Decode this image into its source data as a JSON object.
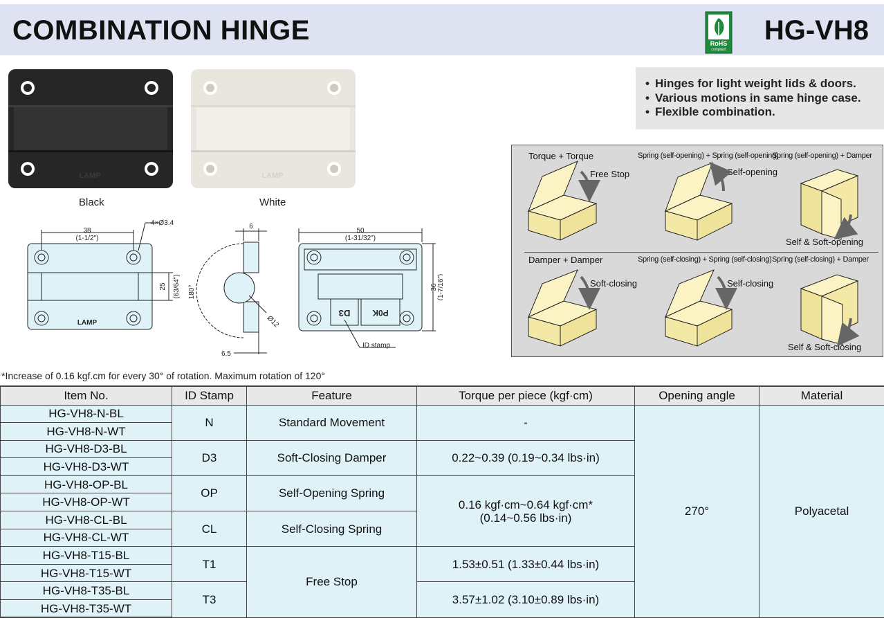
{
  "header": {
    "title": "COMBINATION HINGE",
    "model": "HG-VH8",
    "rohs_badge": "RoHS",
    "rohs_sub": "compliant",
    "rohs_color": "#1e8a3c"
  },
  "photos": {
    "black_label": "Black",
    "white_label": "White",
    "logo_text": "LAMP"
  },
  "features": [
    "Hinges for light weight lids & doors.",
    "Various motions in same hinge case.",
    "Flexible combination."
  ],
  "motions": {
    "row1": [
      {
        "head": "Torque + Torque",
        "sub": "Free Stop"
      },
      {
        "head": "Spring (self-opening) + Spring (self-opening)",
        "sub": "Self-opening"
      },
      {
        "head": "Spring (self-opening) + Damper",
        "sub": "Self & Soft-opening"
      }
    ],
    "row2": [
      {
        "head": "Damper + Damper",
        "sub": "Soft-closing"
      },
      {
        "head": "Spring (self-closing) + Spring (self-closing)",
        "sub": "Self-closing"
      },
      {
        "head": "Spring (self-closing) + Damper",
        "sub": "Self & Soft-closing"
      }
    ]
  },
  "drawing": {
    "front": {
      "width": "38",
      "width_in": "(1-1/2\")",
      "holes": "4×Ø3.4",
      "height": "25",
      "height_in": "(63/64\")",
      "logo": "LAMP"
    },
    "side": {
      "thickness": "6",
      "angle": "180°",
      "dia": "Ø12",
      "offset": "6.5"
    },
    "back": {
      "width": "50",
      "width_in": "(1-31/32\")",
      "height": "36",
      "height_in": "(1-7/16\")",
      "stamp1": "D3",
      "stamp2": "P0K",
      "id_stamp": "ID stamp"
    }
  },
  "note": "*Increase of 0.16 kgf.cm for every 30° of rotation. Maximum rotation of 120°",
  "table": {
    "headers": [
      "Item No.",
      "ID Stamp",
      "Feature",
      "Torque per piece (kgf·cm)",
      "Opening angle",
      "Material"
    ],
    "items": [
      "HG-VH8-N-BL",
      "HG-VH8-N-WT",
      "HG-VH8-D3-BL",
      "HG-VH8-D3-WT",
      "HG-VH8-OP-BL",
      "HG-VH8-OP-WT",
      "HG-VH8-CL-BL",
      "HG-VH8-CL-WT",
      "HG-VH8-T15-BL",
      "HG-VH8-T15-WT",
      "HG-VH8-T35-BL",
      "HG-VH8-T35-WT"
    ],
    "stamps": [
      "N",
      "D3",
      "OP",
      "CL",
      "T1",
      "T3"
    ],
    "features": [
      "Standard Movement",
      "Soft-Closing Damper",
      "Self-Opening Spring",
      "Self-Closing Spring",
      "Free Stop"
    ],
    "torques": [
      "-",
      "0.22~0.39 (0.19~0.34 lbs·in)",
      "0.16 kgf·cm~0.64 kgf·cm*",
      "(0.14~0.56 lbs·in)",
      "1.53±0.51 (1.33±0.44 lbs·in)",
      "3.57±1.02 (3.10±0.89 lbs·in)"
    ],
    "angle": "270°",
    "material": "Polyacetal"
  }
}
